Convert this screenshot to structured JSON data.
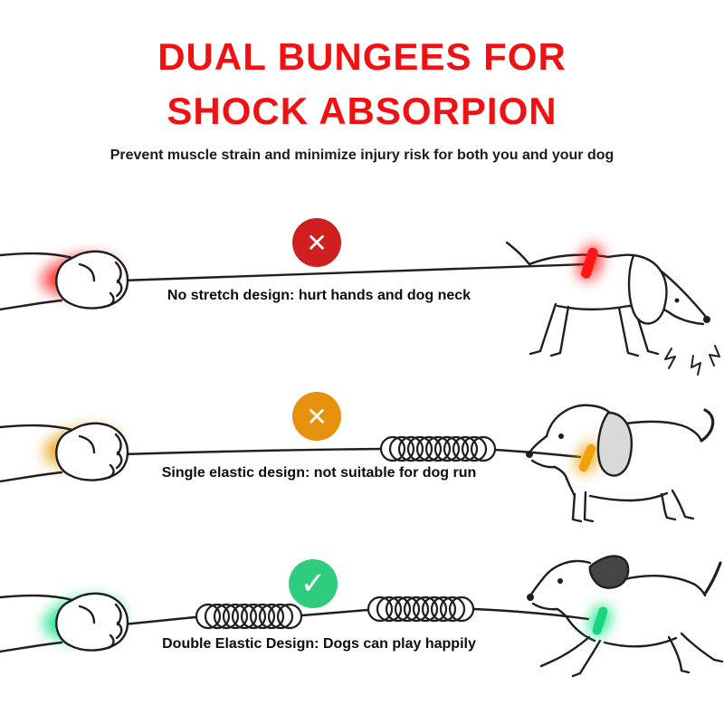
{
  "title": {
    "line1": "DUAL BUNGEES FOR",
    "line2": "SHOCK ABSORPION"
  },
  "subtitle": "Prevent muscle strain and minimize injury risk for both you and your dog",
  "colors": {
    "title": "#f01212",
    "subtitle": "#1b1b1b",
    "caption": "#0d0d0d",
    "line_art": "#1f1f1f"
  },
  "rows": [
    {
      "id": "no-stretch",
      "badge": {
        "glyph": "✕",
        "color": "#cf1f1f"
      },
      "caption": "No stretch design: hurt hands and dog neck",
      "highlight": "#ff0a0a",
      "collar": "#ff1515",
      "spring_count": 0
    },
    {
      "id": "single-elastic",
      "badge": {
        "glyph": "✕",
        "color": "#e6920f"
      },
      "caption": "Single elastic design: not suitable for dog run",
      "highlight": "#e59c00",
      "collar": "#f2a007",
      "spring_count": 1
    },
    {
      "id": "double-elastic",
      "badge": {
        "glyph": "✓",
        "color": "#2ecc7d"
      },
      "caption": "Double Elastic Design: Dogs can play happily",
      "highlight": "#00e07a",
      "collar": "#17d67e",
      "spring_count": 2
    }
  ]
}
